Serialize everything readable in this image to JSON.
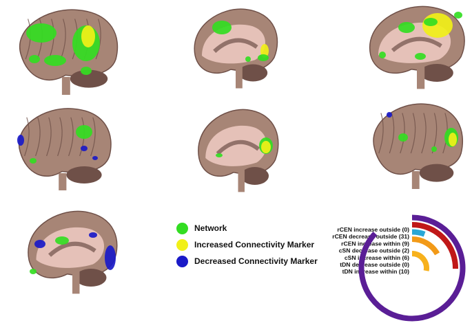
{
  "colors": {
    "brain_tissue": "#a78576",
    "brain_shadow": "#6f5048",
    "brain_inner": "#e8c4bc",
    "network": "#33dd22",
    "increased": "#f1f018",
    "decreased": "#1a1ac8"
  },
  "brain_views": [
    {
      "view": "lateral-left",
      "markers": [
        "network",
        "increased"
      ]
    },
    {
      "view": "medial",
      "markers": [
        "network",
        "increased"
      ]
    },
    {
      "view": "medial-oblique",
      "markers": [
        "network",
        "increased"
      ]
    },
    {
      "view": "lateral-left",
      "markers": [
        "network",
        "decreased"
      ]
    },
    {
      "view": "medial",
      "markers": [
        "network",
        "increased"
      ]
    },
    {
      "view": "lateral-right",
      "markers": [
        "network",
        "increased",
        "decreased"
      ]
    },
    {
      "view": "medial",
      "markers": [
        "network",
        "decreased"
      ]
    }
  ],
  "legend": {
    "items": [
      {
        "label": "Network",
        "color": "#33dd22"
      },
      {
        "label": "Increased Connectivity Marker",
        "color": "#f1f018"
      },
      {
        "label": "Decreased Connectivity Marker",
        "color": "#1a1ac8"
      }
    ]
  },
  "ring_chart": {
    "rings": [
      {
        "label": "rCEN increase outside (0)",
        "value": 0,
        "color": "#9b1313"
      },
      {
        "label": "rCEN decrease outside (31)",
        "value": 31,
        "color": "#5a1e96"
      },
      {
        "label": "rCEN increase within (9)",
        "value": 9,
        "color": "#c01818"
      },
      {
        "label": "cSN decrease outside (2)",
        "value": 2,
        "color": "#2aa7d6"
      },
      {
        "label": "cSN increase within (6)",
        "value": 6,
        "color": "#f29a18"
      },
      {
        "label": "tDN decrease outside (0)",
        "value": 0,
        "color": "#f29a18"
      },
      {
        "label": "tDN increase within (10)",
        "value": 10,
        "color": "#f7b11c"
      }
    ],
    "max": 31
  }
}
